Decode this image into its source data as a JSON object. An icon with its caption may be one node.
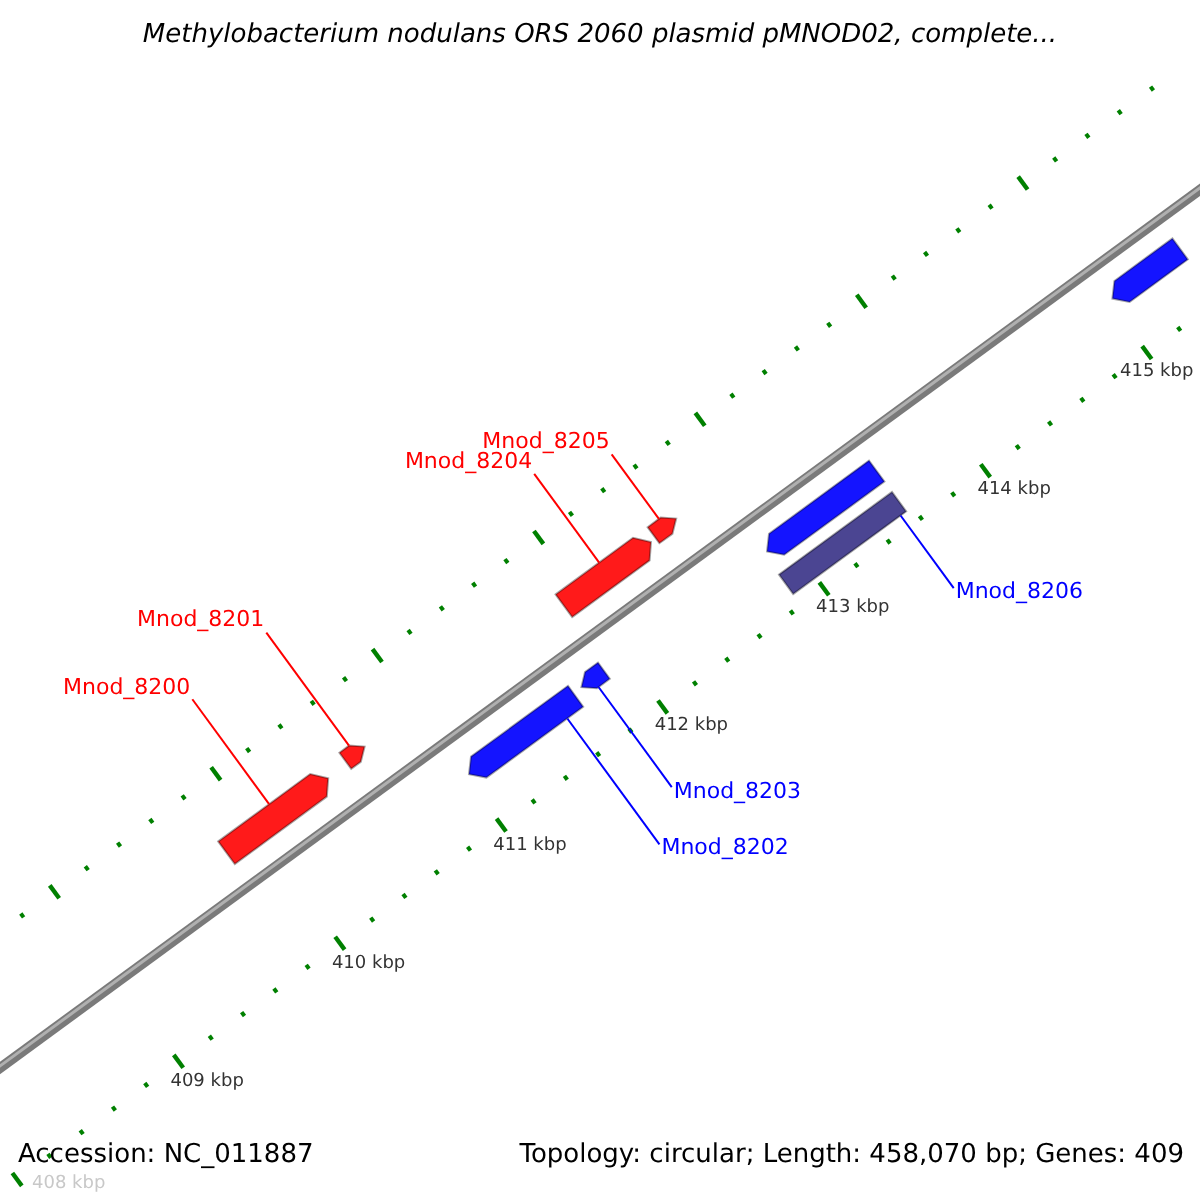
{
  "diagram": {
    "title": "Methylobacterium nodulans ORS 2060 plasmid pMNOD02, complete...",
    "nodes": [
      {
        "text": [
          "Mnod_8205"
        ]
      },
      {
        "text": [
          "Mnod_8204"
        ]
      },
      {
        "text": [
          "Mnod_8206"
        ]
      },
      {
        "text": [
          "Mnod_8201"
        ]
      },
      {
        "text": [
          "Mnod_8200"
        ]
      },
      {
        "text": [
          "Mnod_8203"
        ]
      },
      {
        "text": [
          "Mnod_8202"
        ]
      },
      {
        "text": [],
        "shape": "arrow"
      },
      {
        "text": [],
        "shape": "arrow"
      },
      {
        "text": [],
        "shape": "arrow"
      },
      {
        "text": [],
        "shape": "arrow"
      },
      {
        "text": [],
        "shape": "arrow"
      },
      {
        "text": [],
        "shape": "arrow"
      },
      {
        "text": [],
        "shape": "arrow"
      },
      {
        "text": [],
        "shape": "box"
      },
      {
        "text": [],
        "shape": "arrow"
      }
    ],
    "edges": [
      {
        "from": 0,
        "to": 12,
        "arrow": "none"
      },
      {
        "from": 1,
        "to": 11,
        "arrow": "none"
      },
      {
        "from": 2,
        "to": 14,
        "arrow": "none",
        "color": "#0000ff"
      },
      {
        "from": 3,
        "to": 8,
        "arrow": "none"
      },
      {
        "from": 4,
        "to": 7,
        "arrow": "none"
      },
      {
        "from": 5,
        "to": 10,
        "arrow": "none",
        "color": "#0000ff"
      },
      {
        "from": 6,
        "to": 9,
        "arrow": "none",
        "color": "#0000ff"
      }
    ],
    "labels": [
      "415 kbp",
      "414 kbp",
      "413 kbp",
      "412 kbp",
      "411 kbp",
      "410 kbp",
      "409 kbp",
      "Accession: NC_011887",
      "Topology: circular; Length: 458,070 bp; Genes: 409",
      "408 kbp"
    ]
  }
}
